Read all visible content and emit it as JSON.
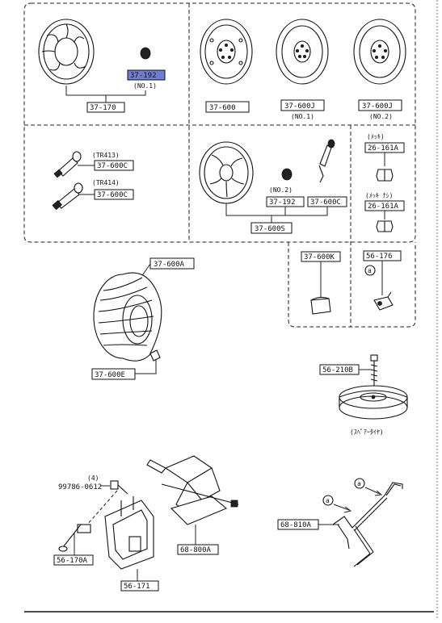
{
  "part_numbers": {
    "p37_192_a": "37-192",
    "p37_170": "37-170",
    "p37_600": "37-600",
    "p37_600j_1": "37-600J",
    "p37_600j_2": "37-600J",
    "p37_600c_tr413": "37-600C",
    "p37_600c_tr414": "37-600C",
    "p37_192_b": "37-192",
    "p37_600c_b": "37-600C",
    "p37_600s": "37-600S",
    "p26_161a_1": "26-161A",
    "p26_161a_2": "26-161A",
    "p37_600k": "37-600K",
    "p56_176": "56-176",
    "p37_600a": "37-600A",
    "p37_600e": "37-600E",
    "p56_210b": "56-210B",
    "p99786": "99786-0612",
    "p56_170a": "56-170A",
    "p56_171": "56-171",
    "p68_800a": "68-800A",
    "p68_810a": "68-810A"
  },
  "notes": {
    "no1_a": "(NO.1)",
    "no1_b": "(NO.1)",
    "no2_a": "(NO.2)",
    "no2_b": "(NO.2)",
    "tr413": "(TR413)",
    "tr414": "(TR414)",
    "mekki": "(ﾒｯｷ)",
    "mekki_nashi": "(ﾒｯｷ ﾅｼ)",
    "spare_tire": "(ｽﾍﾟｱｰﾀｲﾔ)",
    "qty4": "(4)",
    "ref_a1": "a",
    "ref_a2": "a",
    "ref_a3": "a"
  },
  "colors": {
    "highlight": "#6f7fd0",
    "line": "#222222"
  }
}
